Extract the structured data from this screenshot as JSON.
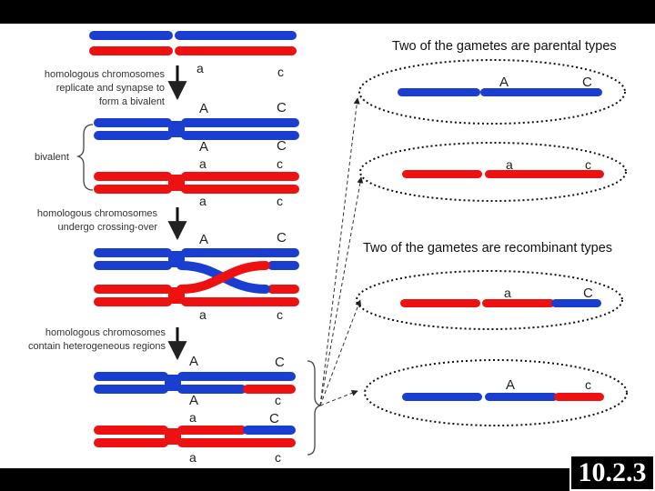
{
  "colors": {
    "blue": "#1a3fd0",
    "red": "#ee1111",
    "frame": "#000000"
  },
  "slide_number": "10.2.3",
  "left_labels": {
    "step1": [
      "homologous chromosomes",
      "replicate and synapse to",
      "form a bivalent"
    ],
    "bivalent": "bivalent",
    "step2": [
      "homologous chromosomes",
      "undergo crossing-over"
    ],
    "step3": [
      "homologous chromosomes",
      "contain heterogeneous regions"
    ]
  },
  "right_headings": {
    "parental": "Two of the gametes are parental types",
    "recombinant": "Two of the gametes are recombinant types"
  },
  "alleles": {
    "a_low": "a",
    "c_low": "c",
    "A_up": "A",
    "C_up": "C"
  }
}
